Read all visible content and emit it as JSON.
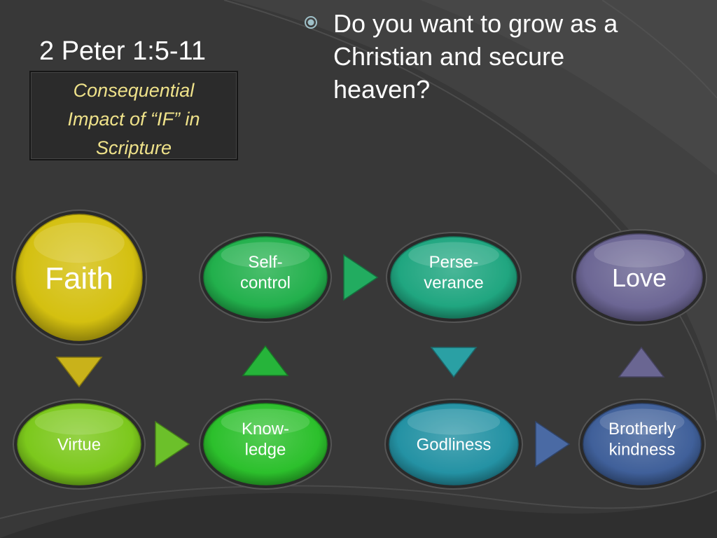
{
  "slide": {
    "title": "2 Peter 1:5-11",
    "subtitle_lines": [
      "Consequential",
      "Impact of “IF” in",
      "Scripture"
    ],
    "bullet": {
      "icon": "circle-bullet-icon",
      "lines": [
        "Do you want to grow as a",
        "Christian and secure",
        "heaven?"
      ]
    }
  },
  "diagram": {
    "nodes": [
      {
        "id": "faith",
        "lines": [
          "Faith"
        ],
        "color": "#d4c010"
      },
      {
        "id": "virtue",
        "lines": [
          "Virtue"
        ],
        "color": "#7cc81c"
      },
      {
        "id": "knowledge",
        "lines": [
          "Know-",
          "ledge"
        ],
        "color": "#2cc02c"
      },
      {
        "id": "self-control",
        "lines": [
          "Self-",
          "control"
        ],
        "color": "#22b04c"
      },
      {
        "id": "perseverance",
        "lines": [
          "Perse-",
          "verance"
        ],
        "color": "#20a680"
      },
      {
        "id": "godliness",
        "lines": [
          "Godliness"
        ],
        "color": "#2492a4"
      },
      {
        "id": "brotherly-kindness",
        "lines": [
          "Brotherly",
          "kindness"
        ],
        "color": "#40609a"
      },
      {
        "id": "love",
        "lines": [
          "Love"
        ],
        "color": "#6c6694"
      }
    ],
    "arrows": [
      {
        "from": "faith",
        "to": "virtue",
        "direction": "down",
        "color": "#c9b21a"
      },
      {
        "from": "virtue",
        "to": "knowledge",
        "direction": "right",
        "color": "#6cc02a"
      },
      {
        "from": "knowledge",
        "to": "self-control",
        "direction": "up",
        "color": "#26b43a"
      },
      {
        "from": "self-control",
        "to": "perseverance",
        "direction": "right",
        "color": "#22ac60"
      },
      {
        "from": "perseverance",
        "to": "godliness",
        "direction": "down",
        "color": "#2aa0a4"
      },
      {
        "from": "godliness",
        "to": "brotherly-kindness",
        "direction": "right",
        "color": "#4a6aa4"
      },
      {
        "from": "brotherly-kindness",
        "to": "love",
        "direction": "up",
        "color": "#6a6692"
      }
    ]
  }
}
